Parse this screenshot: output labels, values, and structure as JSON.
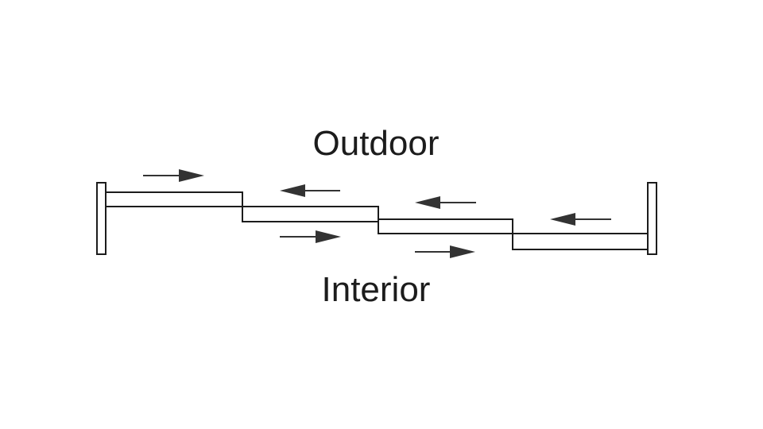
{
  "labels": {
    "top": "Outdoor",
    "bottom": "Interior"
  },
  "diagram": {
    "type": "sliding door panels plan view",
    "panels": 4,
    "arrows": [
      "right",
      "left",
      "right",
      "left",
      "right",
      "left"
    ],
    "colors": {
      "line": "#1c1c1c",
      "arrow": "#333333"
    }
  }
}
